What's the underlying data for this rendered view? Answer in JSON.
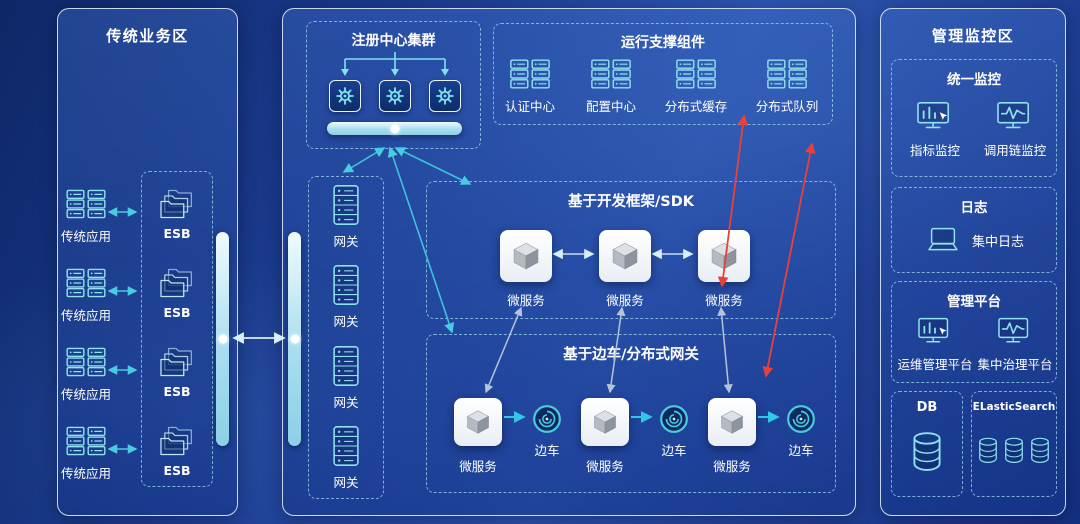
{
  "colors": {
    "accent_teal": "#49cbe0",
    "arrow_red": "#e8413a",
    "arrow_gray": "#b6c3d8",
    "arrow_cyan": "#31c7e6",
    "panel_border": "#e8f4ff"
  },
  "left_zone": {
    "title": "传统业务区",
    "apps": [
      {
        "label": "传统应用"
      },
      {
        "label": "传统应用"
      },
      {
        "label": "传统应用"
      },
      {
        "label": "传统应用"
      }
    ],
    "esb_items": [
      {
        "label": "ESB"
      },
      {
        "label": "ESB"
      },
      {
        "label": "ESB"
      },
      {
        "label": "ESB"
      }
    ]
  },
  "middle_zone": {
    "registry": {
      "title": "注册中心集群"
    },
    "support": {
      "title": "运行支撑组件",
      "items": [
        {
          "label": "认证中心"
        },
        {
          "label": "配置中心"
        },
        {
          "label": "分布式缓存"
        },
        {
          "label": "分布式队列"
        }
      ]
    },
    "gateways": [
      {
        "label": "网关"
      },
      {
        "label": "网关"
      },
      {
        "label": "网关"
      },
      {
        "label": "网关"
      }
    ],
    "sdk": {
      "title": "基于开发框架/SDK",
      "services": [
        {
          "label": "微服务"
        },
        {
          "label": "微服务"
        },
        {
          "label": "微服务"
        }
      ]
    },
    "sidecar": {
      "title": "基于边车/分布式网关",
      "pairs": [
        {
          "service": "微服务",
          "sidecar": "边车"
        },
        {
          "service": "微服务",
          "sidecar": "边车"
        },
        {
          "service": "微服务",
          "sidecar": "边车"
        }
      ]
    }
  },
  "right_zone": {
    "title": "管理监控区",
    "monitoring": {
      "title": "统一监控",
      "items": [
        {
          "label": "指标监控"
        },
        {
          "label": "调用链监控"
        }
      ]
    },
    "logs": {
      "title": "日志",
      "item": "集中日志"
    },
    "platform": {
      "title": "管理平台",
      "items": [
        {
          "label": "运维管理平台"
        },
        {
          "label": "集中治理平台"
        }
      ]
    },
    "db": {
      "title": "DB"
    },
    "es": {
      "title": "ELasticSearch"
    }
  }
}
